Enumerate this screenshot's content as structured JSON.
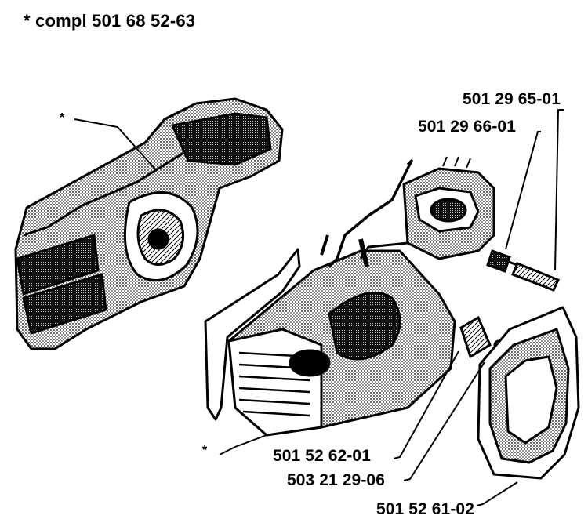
{
  "header": {
    "note": "* compl 501 68 52-63"
  },
  "callouts": {
    "p1": "501 29 65-01",
    "p2": "501 29 66-01",
    "p3": "501 52 62-01",
    "p4": "503 21 29-06",
    "p5": "501 52 61-02",
    "star_left": "*",
    "star_bottom": "*"
  }
}
